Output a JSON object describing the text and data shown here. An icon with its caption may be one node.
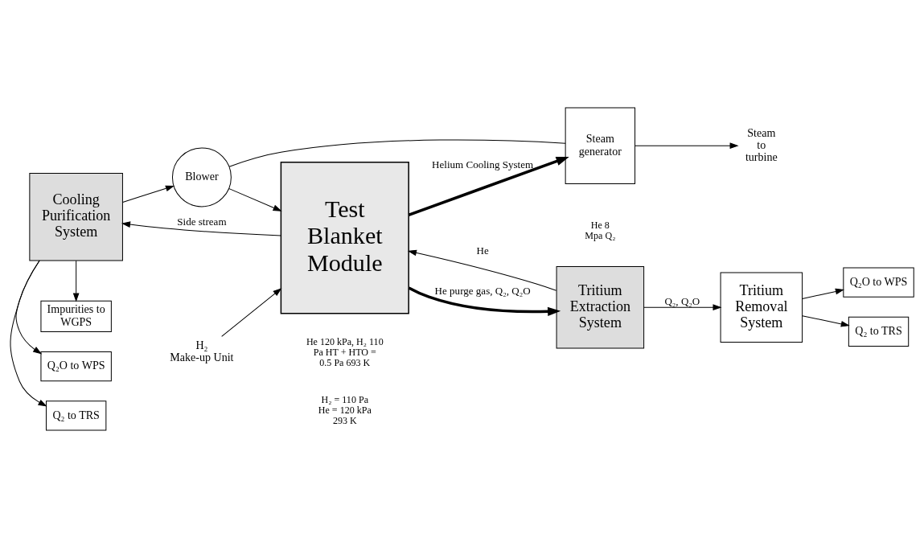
{
  "diagram": {
    "nodes": [
      {
        "text": [
          "Q₂ to TRS"
        ]
      },
      {
        "text": [
          "Cooling Purification System"
        ]
      },
      {
        "text": [
          "Q₂O to WPS"
        ]
      },
      {
        "text": [
          "Impurities to WGPS"
        ]
      },
      {
        "text": [
          "Steam generator"
        ]
      },
      {
        "text": [
          "Blower"
        ]
      },
      {
        "text": [
          "Test Blanket Module"
        ]
      },
      {
        "text": [
          "Tritium Extraction System"
        ]
      },
      {
        "text": [
          "Tritium Removal System"
        ]
      },
      {
        "text": [
          "Q₂O to WPS"
        ]
      },
      {
        "text": [
          "Q₂ to TRS"
        ]
      },
      {
        "text": [
          "H₂",
          "Make-up Unit"
        ]
      },
      {
        "text": [
          "Steam to turbine"
        ]
      }
    ],
    "edges": [
      {
        "from": 1,
        "to": 0,
        "arrow": "to"
      },
      {
        "from": 1,
        "to": 2,
        "arrow": "to"
      },
      {
        "from": 1,
        "to": 3,
        "arrow": "to"
      },
      {
        "from": 1,
        "to": 5,
        "arrow": "to"
      },
      {
        "from": 4,
        "to": 5,
        "arrow": "none"
      },
      {
        "from": 4,
        "to": 12,
        "arrow": "to"
      },
      {
        "from": 5,
        "to": 6,
        "arrow": "to"
      },
      {
        "from": 6,
        "to": 4,
        "arrow": "to",
        "style": "thick",
        "label": "Helium Cooling System"
      },
      {
        "from": 6,
        "to": 1,
        "arrow": "to",
        "label": "Side stream"
      },
      {
        "from": 6,
        "to": 7,
        "arrow": "to",
        "style": "thick",
        "label": "He purge gas, Q₂, Q₂O"
      },
      {
        "from": 7,
        "to": 8,
        "arrow": "to",
        "label": "Q₂, Q₂O"
      },
      {
        "from": 7,
        "to": 6,
        "arrow": "to",
        "label": "He"
      },
      {
        "from": 11,
        "to": 6,
        "arrow": "to"
      },
      {
        "from": 8,
        "to": 9,
        "arrow": "to"
      },
      {
        "from": 8,
        "to": 10,
        "arrow": "to"
      }
    ],
    "labels": [
      "He 120 kPa, H₂ 110 Pa HT + HTO = 0.5 Pa 693 K",
      "H₂ = 110 Pa He = 120 kPa 293 K",
      "He 8 Mpa Q₂"
    ]
  }
}
